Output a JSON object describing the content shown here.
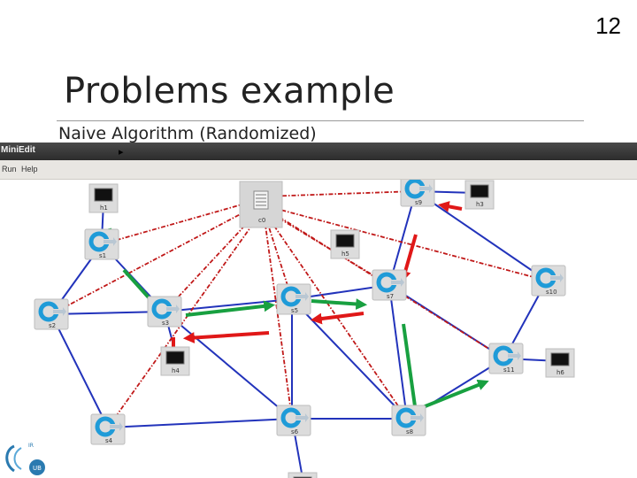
{
  "slide": {
    "number": "12",
    "title": "Problems example",
    "subtitle": "Naive Algorithm (Randomized)"
  },
  "window": {
    "title": "MiniEdit",
    "menu": [
      "Run",
      "Help"
    ]
  },
  "nodes": {
    "h1": "h1",
    "c0": "c0",
    "s9": "s9",
    "h3": "h3",
    "s1": "s1",
    "h5": "h5",
    "s10": "s10",
    "s2": "s2",
    "s3": "s3",
    "s5": "s5",
    "s7": "s7",
    "h4": "h4",
    "s11": "s11",
    "h6": "h6",
    "s4": "s4",
    "s6": "s6",
    "s8": "s8"
  },
  "logo": {
    "top": "IR",
    "bottom": "UB"
  },
  "colors": {
    "link": "#2233bb",
    "control_link": "#c01818",
    "arrow_green": "#18a040",
    "arrow_red": "#e01818",
    "switch": "#1f9bd8"
  }
}
